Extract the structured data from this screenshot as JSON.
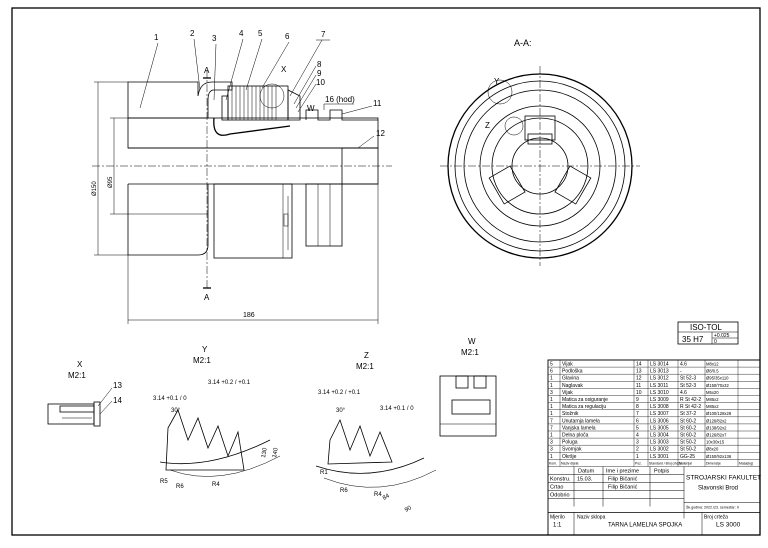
{
  "section_label": "A-A:",
  "section_marks": {
    "top": "A",
    "bottom": "A"
  },
  "balloons": [
    "1",
    "2",
    "3",
    "4",
    "5",
    "6",
    "7",
    "8",
    "9",
    "10",
    "16 (hod)",
    "11",
    "12"
  ],
  "small_marks": {
    "x": "X",
    "w": "W",
    "y": "Y",
    "z": "Z"
  },
  "dims": {
    "d_outer": "Ø150",
    "d_inner": "Ø95",
    "length": "186"
  },
  "detail_views": [
    {
      "name": "X",
      "scale": "M2:1"
    },
    {
      "name": "Y",
      "scale": "M2:1"
    },
    {
      "name": "Z",
      "scale": "M2:1"
    },
    {
      "name": "W",
      "scale": "M2:1"
    }
  ],
  "detail_x_balloons": [
    "13",
    "14"
  ],
  "detail_y_dims": [
    "3.14 +0.1 / 0",
    "3.14 +0.2 / +0.1",
    "30°",
    "130",
    "140",
    "R5",
    "R6",
    "R4"
  ],
  "detail_z_dims": [
    "3.14 +0.2 / +0.1",
    "3.14 +0.1 / 0",
    "30°",
    "R1",
    "R6",
    "R4",
    "84",
    "90"
  ],
  "iso_tol": {
    "title": "ISO-TOL",
    "fit": "35 H7",
    "dev_upper": "+0.025",
    "dev_lower": "0"
  },
  "bom": {
    "rows": [
      [
        "5",
        "Vijak",
        "14",
        "LS 3014",
        "4.6",
        "M8x12"
      ],
      [
        "6",
        "Podloška",
        "13",
        "LS 3013",
        "-",
        "Ø8/0.5"
      ],
      [
        "1",
        "Glavina",
        "12",
        "LS 3012",
        "St 52-3",
        "Ø95/35x110"
      ],
      [
        "1",
        "Naglavak",
        "11",
        "LS 3011",
        "St 52-3",
        "Ø150/70x32"
      ],
      [
        "3",
        "Vijak",
        "10",
        "LS 3010",
        "4.6",
        "M5x20"
      ],
      [
        "1",
        "Matica za osiguranje",
        "9",
        "LS 3009",
        "R St 42-2",
        "M85x2"
      ],
      [
        "1",
        "Matica za regulaciju",
        "8",
        "LS 3008",
        "R St 42-2",
        "M85x2"
      ],
      [
        "1",
        "Stožnik",
        "7",
        "LS 3007",
        "St 37-2",
        "Ø100/128x28"
      ],
      [
        "7",
        "Unutarnja lamela",
        "6",
        "LS 3006",
        "St 60-2",
        "Ø126/82x2"
      ],
      [
        "7",
        "Vanjska lamela",
        "5",
        "LS 3005",
        "St 60-2",
        "Ø138/92x2"
      ],
      [
        "1",
        "Delna ploča",
        "4",
        "LS 3004",
        "St 60-2",
        "Ø126/82x7"
      ],
      [
        "3",
        "Poluga",
        "3",
        "LS 3003",
        "St 50-2",
        "10x30x15"
      ],
      [
        "3",
        "Svornjak",
        "2",
        "LS 3002",
        "St 50-2",
        "Ø8x20"
      ],
      [
        "1",
        "Okršje",
        "1",
        "LS 3001",
        "GG-25",
        "Ø150/92x136"
      ]
    ],
    "header": [
      "Kom.",
      "Naziv dijela",
      "Poz.",
      "Standard / Broj crteža",
      "Materijal",
      "Dimenzije",
      "Masa(kg)"
    ],
    "people_header": [
      "Datum",
      "Ime i prezime",
      "Potpis"
    ],
    "people": [
      [
        "Konstru.",
        "15.03.",
        "Filip Bičanić"
      ],
      [
        "Crtao",
        "",
        "Filip Bičanić"
      ],
      [
        "Odobrio",
        "",
        ""
      ]
    ],
    "school": "STROJARSKI FAKULTET",
    "city": "Slavonski Brod",
    "grade_note": "Šk.godina: 2022./23.   semestar: II",
    "scale_label": "Mjerilo",
    "scale_value": "1:1",
    "assembly_label": "Naziv sklopa",
    "assembly_name": "TARNA LAMELNA SPOJKA",
    "drawing_no_label": "Broj crteža",
    "drawing_no": "LS 3000"
  }
}
